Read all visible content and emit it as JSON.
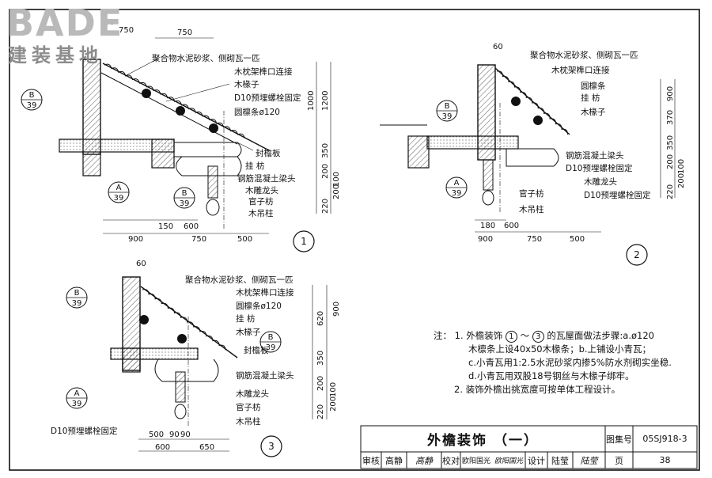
{
  "logo": {
    "main": "BADE",
    "sub": "建装基地"
  },
  "callouts": {
    "mortar": "聚合物水泥砂浆、侧砌瓦一匹",
    "tenon": "木枕架榫口连接",
    "rafter": "木椽子",
    "bolt_fix": "D10预埋螺栓固定",
    "purlin": "圆檩条ø120",
    "purlin_short": "圆檩条",
    "fascia": "封檐板",
    "gua_fang": "挂 枋",
    "rc_beam": "钢筋混凝土梁头",
    "dragon": "木雕龙头",
    "guanzi": "官子枋",
    "pendant": "木吊柱"
  },
  "section_refs": {
    "a": "A",
    "b": "B",
    "sheet": "39"
  },
  "detail_numbers": [
    "1",
    "2",
    "3"
  ],
  "dims": {
    "d60": "60",
    "d750": "750",
    "d1000": "1000",
    "d1200": "1200",
    "d350": "350",
    "d200": "200",
    "d100": "100",
    "d220": "220",
    "d900": "900",
    "d150": "150",
    "d600": "600",
    "d500": "500",
    "d370": "370",
    "d180": "180",
    "d620": "620",
    "d90": "90",
    "d650": "650"
  },
  "notes": {
    "label": "注：",
    "n1_a": "1. 外檐装饰",
    "n1_tilde": "～",
    "n1_b": "的瓦屋面做法步骤:a.ø120",
    "n1_l2": "木檩条上设40x50木椽条；b.上铺设小青瓦；",
    "n1_l3": "c.小青瓦用1:2.5水泥砂浆内掺5%防水剂砌实坐稳.",
    "n1_l4": "d.小青瓦用双股18号钢丝与木椽子绑牢。",
    "n2": "2. 装饰外檐出挑宽度可按单体工程设计。"
  },
  "title_block": {
    "title": "外檐装饰 （一）",
    "atlas_label": "图集号",
    "atlas_no": "05SJ918-3",
    "review": "审核",
    "reviewer": "高静",
    "reviewer_sig": "高静",
    "check": "校对",
    "checker": "欧阳国光",
    "checker_sig": "欧阳国光",
    "design": "设计",
    "designer": "陆莹",
    "designer_sig": "陆莹",
    "page_label": "页",
    "page_no": "38"
  }
}
